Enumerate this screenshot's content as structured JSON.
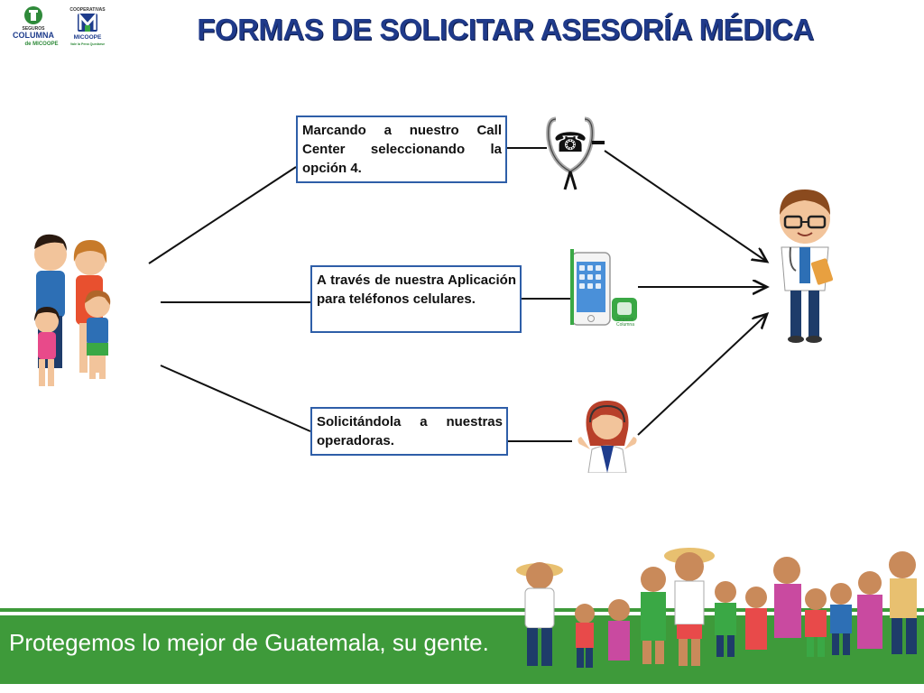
{
  "title": "FORMAS DE SOLICITAR ASESORÍA MÉDICA",
  "logos": {
    "seguros": {
      "top": "SEGUROS",
      "name": "COLUMNA",
      "sub": "de MICOOPE"
    },
    "cooperativas": {
      "top": "COOPERATIVAS",
      "name": "MICOOPE",
      "sub": "Vale la Pena Quedarse"
    }
  },
  "options": [
    {
      "text": "Marcando a nuestro Call Center seleccionando la opción 4.",
      "icon": "stethoscope-phone-icon"
    },
    {
      "text": "A través de nuestra Aplicación para teléfonos celulares.",
      "icon": "smartphone-app-icon"
    },
    {
      "text": "Solicitándola a nuestras operadoras.",
      "icon": "operator-icon"
    }
  ],
  "app_label": "Seguros Columna",
  "footer": {
    "slogan": "Protegemos lo mejor de Guatemala, su gente."
  },
  "colors": {
    "title": "#1f3a8a",
    "box_border": "#2e5ea8",
    "footer_green": "#3e9a3a"
  }
}
